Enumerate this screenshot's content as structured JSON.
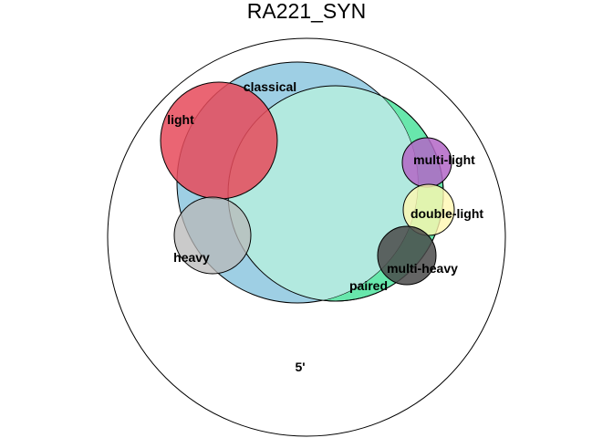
{
  "diagram": {
    "title": "RA221_SYN",
    "sets": [
      {
        "id": "five_prime",
        "label": "5'",
        "color": "#ffffff",
        "opacity": 0.0
      },
      {
        "id": "paired",
        "label": "paired",
        "color": "#4ee39e",
        "opacity": 0.85
      },
      {
        "id": "classical",
        "label": "classical",
        "color": "#9ecfe4",
        "opacity": 1.0
      },
      {
        "id": "light",
        "label": "light",
        "color": "#e64a5a",
        "opacity": 0.85
      },
      {
        "id": "heavy",
        "label": "heavy",
        "color": "#b8b8b8",
        "opacity": 0.75
      },
      {
        "id": "multi_light",
        "label": "multi-light",
        "color": "#b366c7",
        "opacity": 0.85
      },
      {
        "id": "double_light",
        "label": "double-light",
        "color": "#fff7b0",
        "opacity": 0.8
      },
      {
        "id": "multi_heavy",
        "label": "multi-heavy",
        "color": "#4a4a4a",
        "opacity": 0.85
      }
    ],
    "overlap_colors": {
      "paired_classical": "#b2e9df"
    }
  }
}
